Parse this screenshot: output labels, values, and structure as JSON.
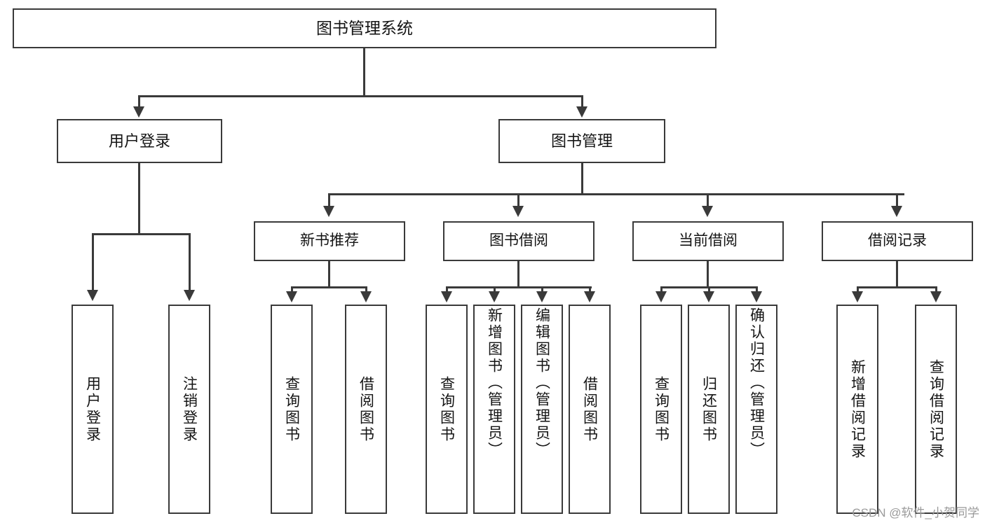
{
  "diagram": {
    "type": "tree",
    "title": "图书管理系统",
    "orientation": "top-down",
    "levels": 4,
    "colors": {
      "box_border": "#3a3a3a",
      "box_fill": "#ffffff",
      "connector": "#3a3a3a",
      "text": "#141414",
      "watermark": "#9a9a9a"
    }
  },
  "root": {
    "label": "图书管理系统"
  },
  "level2": [
    {
      "label": "用户登录"
    },
    {
      "label": "图书管理"
    }
  ],
  "level3": [
    {
      "label": "新书推荐"
    },
    {
      "label": "图书借阅"
    },
    {
      "label": "当前借阅"
    },
    {
      "label": "借阅记录"
    }
  ],
  "leaves": {
    "user_login": [
      {
        "label": "用户登录"
      },
      {
        "label": "注销登录"
      }
    ],
    "new_book_recommend": [
      {
        "label": "查询图书"
      },
      {
        "label": "借阅图书"
      }
    ],
    "book_borrow": [
      {
        "label": "查询图书"
      },
      {
        "label": "新增图书（管理员）"
      },
      {
        "label": "编辑图书（管理员）"
      },
      {
        "label": "借阅图书"
      }
    ],
    "current_borrow": [
      {
        "label": "查询图书"
      },
      {
        "label": "归还图书"
      },
      {
        "label": "确认归还（管理员）"
      }
    ],
    "borrow_record": [
      {
        "label": "新增借阅记录"
      },
      {
        "label": "查询借阅记录"
      }
    ]
  },
  "watermark": {
    "text": "CSDN @软件_小贺同学"
  }
}
